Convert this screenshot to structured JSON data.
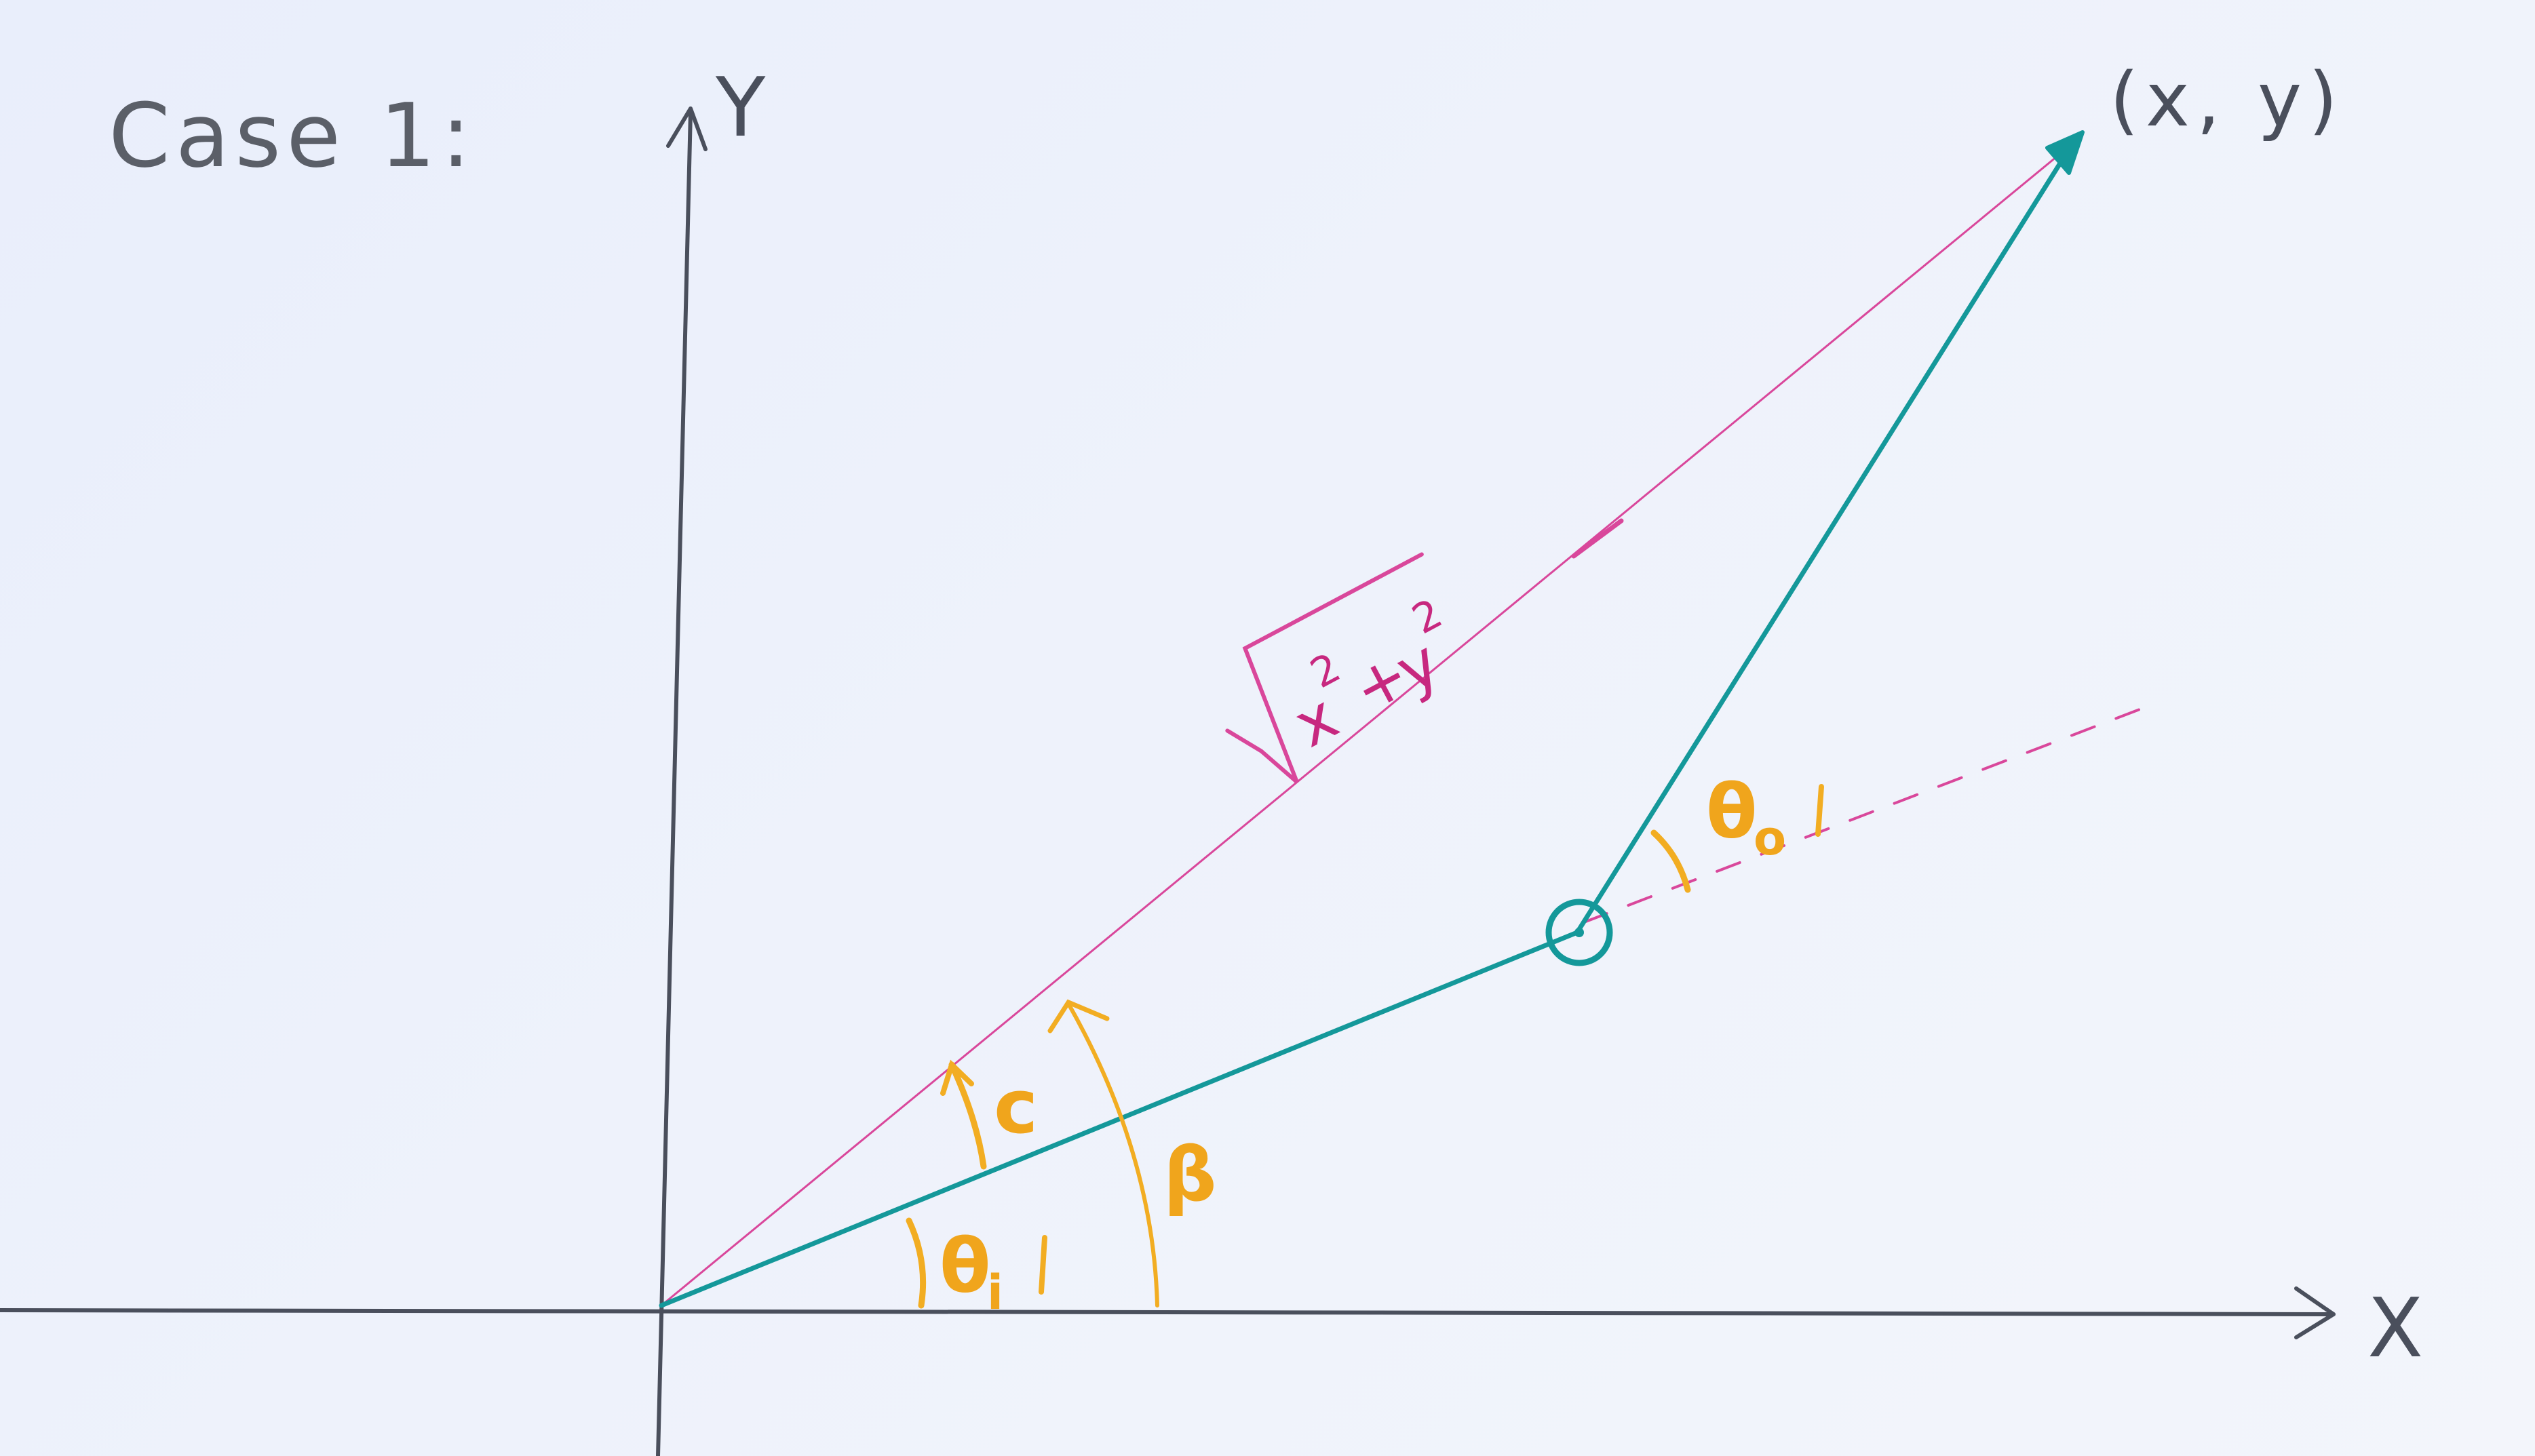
{
  "case_label": "Case 1:",
  "axes": {
    "x_label": "X",
    "y_label": "Y"
  },
  "target_point_label": "(x, y)",
  "distance_label": {
    "radical": "√",
    "x_term": "x",
    "plus": "+",
    "y_term": "y",
    "exponent": "2"
  },
  "angles": {
    "c": "c",
    "beta": "β",
    "theta_i": {
      "symbol": "θ",
      "subscript": "i"
    },
    "theta_o": {
      "symbol": "θ",
      "subscript": "o"
    }
  },
  "colors": {
    "axes": "#4a4f5c",
    "distance_line": "#d9479b",
    "arm_segments": "#14989a",
    "angle_marks": "#f2ad22"
  }
}
